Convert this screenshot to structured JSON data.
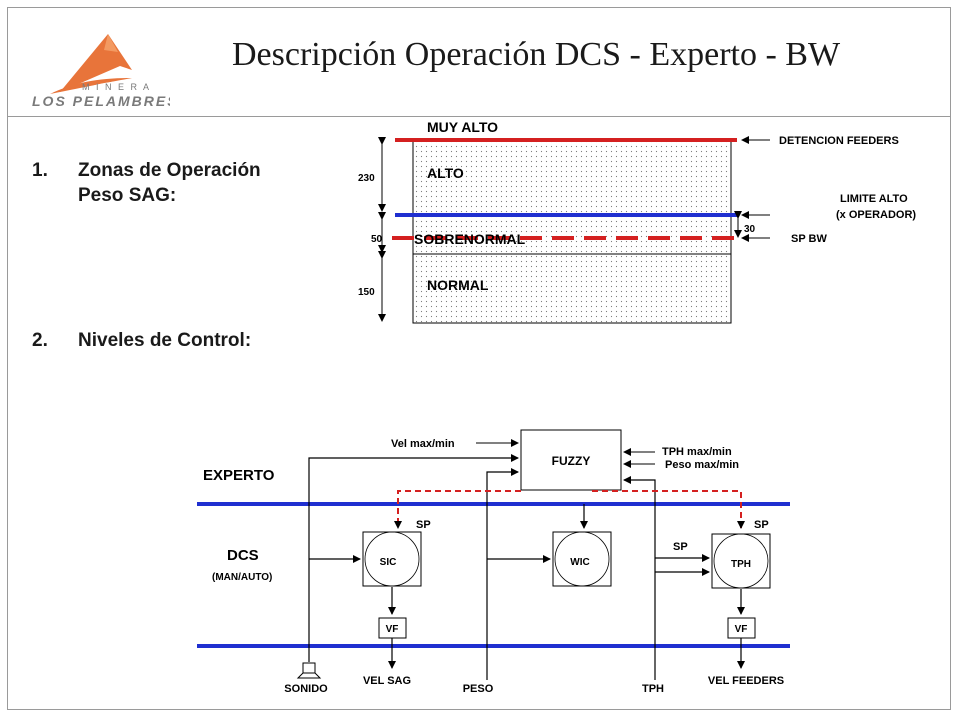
{
  "header": {
    "title": "Descripción Operación DCS - Experto - BW",
    "logo_top": "M I N E R A",
    "logo_bottom": "LOS PELAMBRES"
  },
  "sections": [
    {
      "number": "1.",
      "line1": "Zonas de Operación",
      "line2": "Peso SAG:"
    },
    {
      "number": "2.",
      "line1": "Niveles de Control:",
      "line2": ""
    }
  ],
  "zones": {
    "muy_alto": "MUY ALTO",
    "alto": "ALTO",
    "sobrenormal": "SOBRENORMAL",
    "normal": "NORMAL",
    "dim_230": "230",
    "dim_50": "50",
    "dim_150": "150",
    "dim_30": "30",
    "detencion": "DETENCION FEEDERS",
    "limite_alto_1": "LIMITE ALTO",
    "limite_alto_2": "(x OPERADOR)",
    "sp_bw": "SP BW"
  },
  "control": {
    "experto": "EXPERTO",
    "dcs": "DCS",
    "man_auto": "(MAN/AUTO)",
    "fuzzy": "FUZZY",
    "vel_maxmin": "Vel max/min",
    "tph_maxmin": "TPH max/min",
    "peso_maxmin": "Peso max/min",
    "sic": "SIC",
    "wic": "WIC",
    "tph_block": "TPH",
    "sp_left": "SP",
    "sp_mid": "SP",
    "sp_right": "SP",
    "vf_left": "VF",
    "vf_right": "VF",
    "sonido": "SONIDO",
    "vel_sag": "VEL SAG",
    "peso": "PESO",
    "tph_bottom": "TPH",
    "vel_feeders": "VEL FEEDERS"
  },
  "colors": {
    "red": "#d42020",
    "blue": "#1f2fd0",
    "logo_orange": "#e8743a"
  }
}
